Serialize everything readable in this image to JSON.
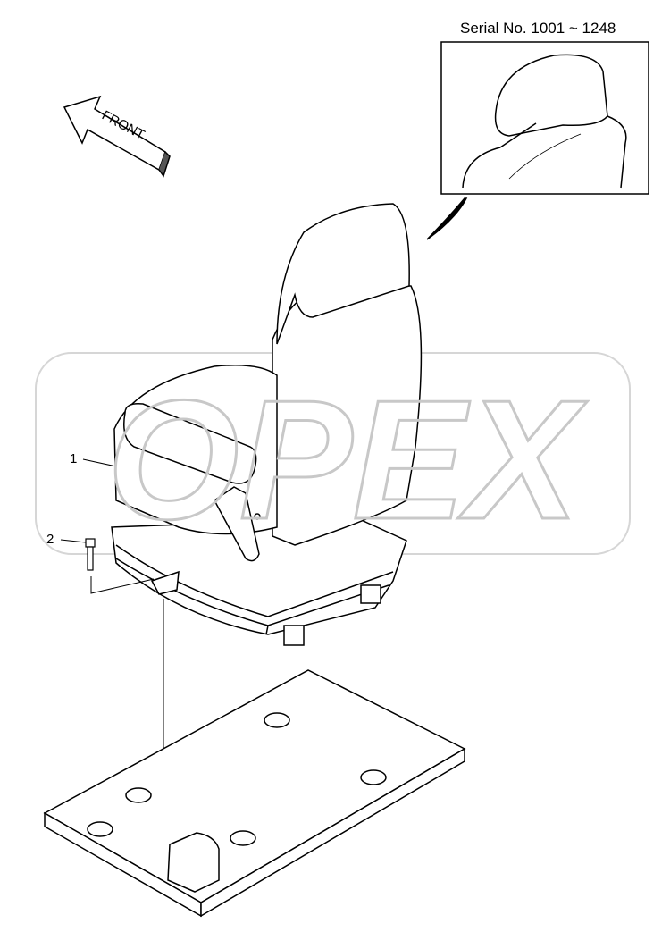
{
  "diagram": {
    "serial_label": "Serial No. 1001 ~ 1248",
    "front_arrow_label": "FRONT",
    "watermark": "OPEX",
    "callouts": [
      {
        "number": "1",
        "part": "seat"
      },
      {
        "number": "2",
        "part": "bolt"
      }
    ]
  }
}
